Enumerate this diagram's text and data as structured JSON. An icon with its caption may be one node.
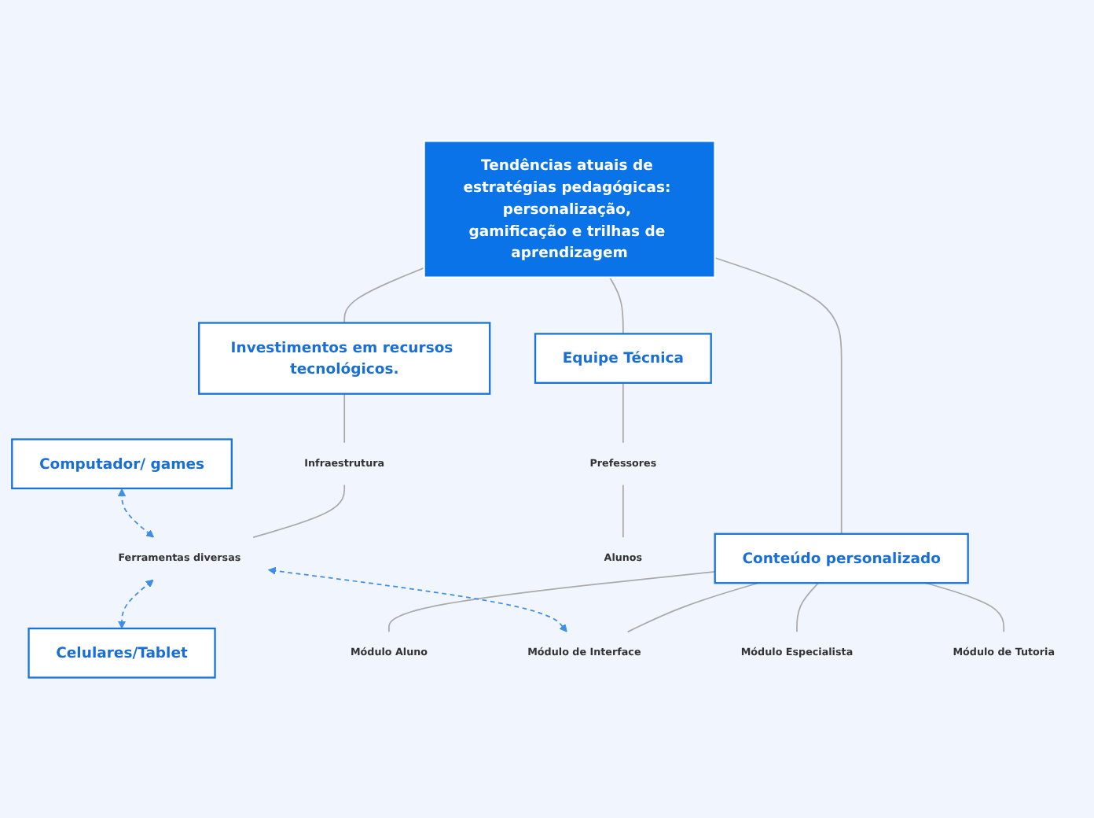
{
  "diagram": {
    "nodes": [
      {
        "text": [
          "Tendências atuais de estratégias pedagógicas: personalização, gamificação e trilhas de aprendizagem"
        ]
      },
      {
        "text": [
          "Equipe Técnica"
        ]
      },
      {
        "text": [
          "Investimentos em recursos tecnológicos."
        ]
      },
      {
        "text": [
          "Conteúdo personalizado"
        ]
      },
      {
        "text": [
          "Prefessores"
        ]
      },
      {
        "text": [
          "Alunos"
        ]
      },
      {
        "text": [
          "Infraestrutura"
        ]
      },
      {
        "text": [
          "Ferramentas diversas"
        ]
      },
      {
        "text": [
          "Módulo Aluno"
        ]
      },
      {
        "text": [
          "Módulo Especialista"
        ]
      },
      {
        "text": [
          "Módulo de Tutoria"
        ]
      },
      {
        "text": [
          "Módulo de Interface"
        ]
      },
      {
        "text": [
          "Computador/ games"
        ]
      },
      {
        "text": [
          "Celulares/Tablet"
        ]
      }
    ],
    "edges": [
      {
        "from": 0,
        "to": 1,
        "arrow": "none"
      },
      {
        "from": 0,
        "to": 2,
        "arrow": "none"
      },
      {
        "from": 0,
        "to": 3,
        "arrow": "none"
      },
      {
        "from": 1,
        "to": 4,
        "arrow": "none"
      },
      {
        "from": 4,
        "to": 5,
        "arrow": "none"
      },
      {
        "from": 2,
        "to": 6,
        "arrow": "none"
      },
      {
        "from": 6,
        "to": 7,
        "arrow": "none"
      },
      {
        "from": 3,
        "to": 8,
        "arrow": "none"
      },
      {
        "from": 3,
        "to": 9,
        "arrow": "none"
      },
      {
        "from": 3,
        "to": 10,
        "arrow": "none"
      },
      {
        "from": 3,
        "to": 11,
        "arrow": "none"
      },
      {
        "from": 7,
        "to": 11,
        "arrow": "both",
        "style": "dashed",
        "color": "#3d8ee8"
      },
      {
        "from": 7,
        "to": 13,
        "arrow": "both",
        "style": "dashed",
        "color": "#3d8ee8"
      },
      {
        "from": 12,
        "to": 7,
        "arrow": "both",
        "style": "dashed",
        "color": "#3d8ee8"
      }
    ]
  }
}
